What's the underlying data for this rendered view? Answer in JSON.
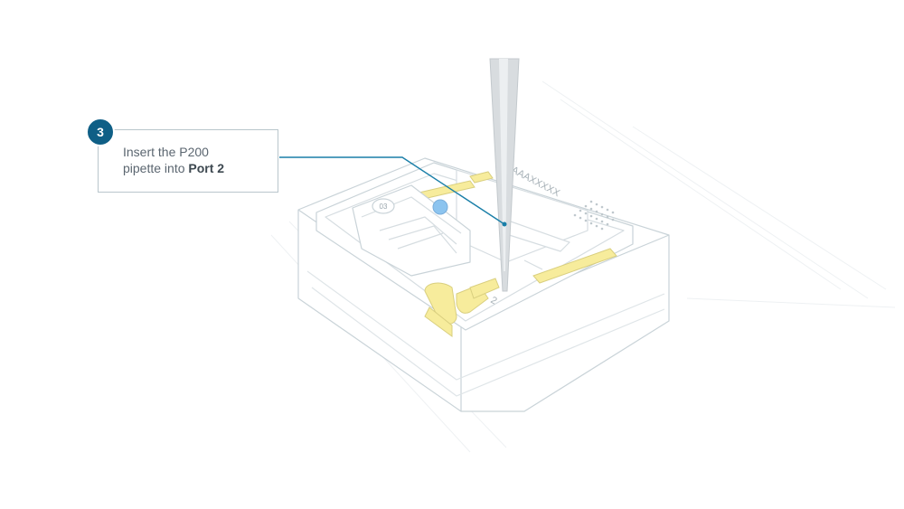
{
  "callout": {
    "step_number": "3",
    "line1": "Insert the P200",
    "line2_prefix": "pipette into ",
    "line2_emphasis": "Port 2"
  },
  "device": {
    "serial_label": "AAAXXXXX",
    "port_label": "2",
    "chip_marking": "03"
  },
  "colors": {
    "accent": "#1a7fa8",
    "badge": "#0f5f86",
    "channel_fill": "#f7ec9c",
    "drop": "#8cc4ef",
    "line_art": "#c9d3d8",
    "pipette": "#cfd3d6"
  },
  "icons": {
    "step": "numbered-step-badge",
    "pipette": "pipette-tip-icon"
  }
}
